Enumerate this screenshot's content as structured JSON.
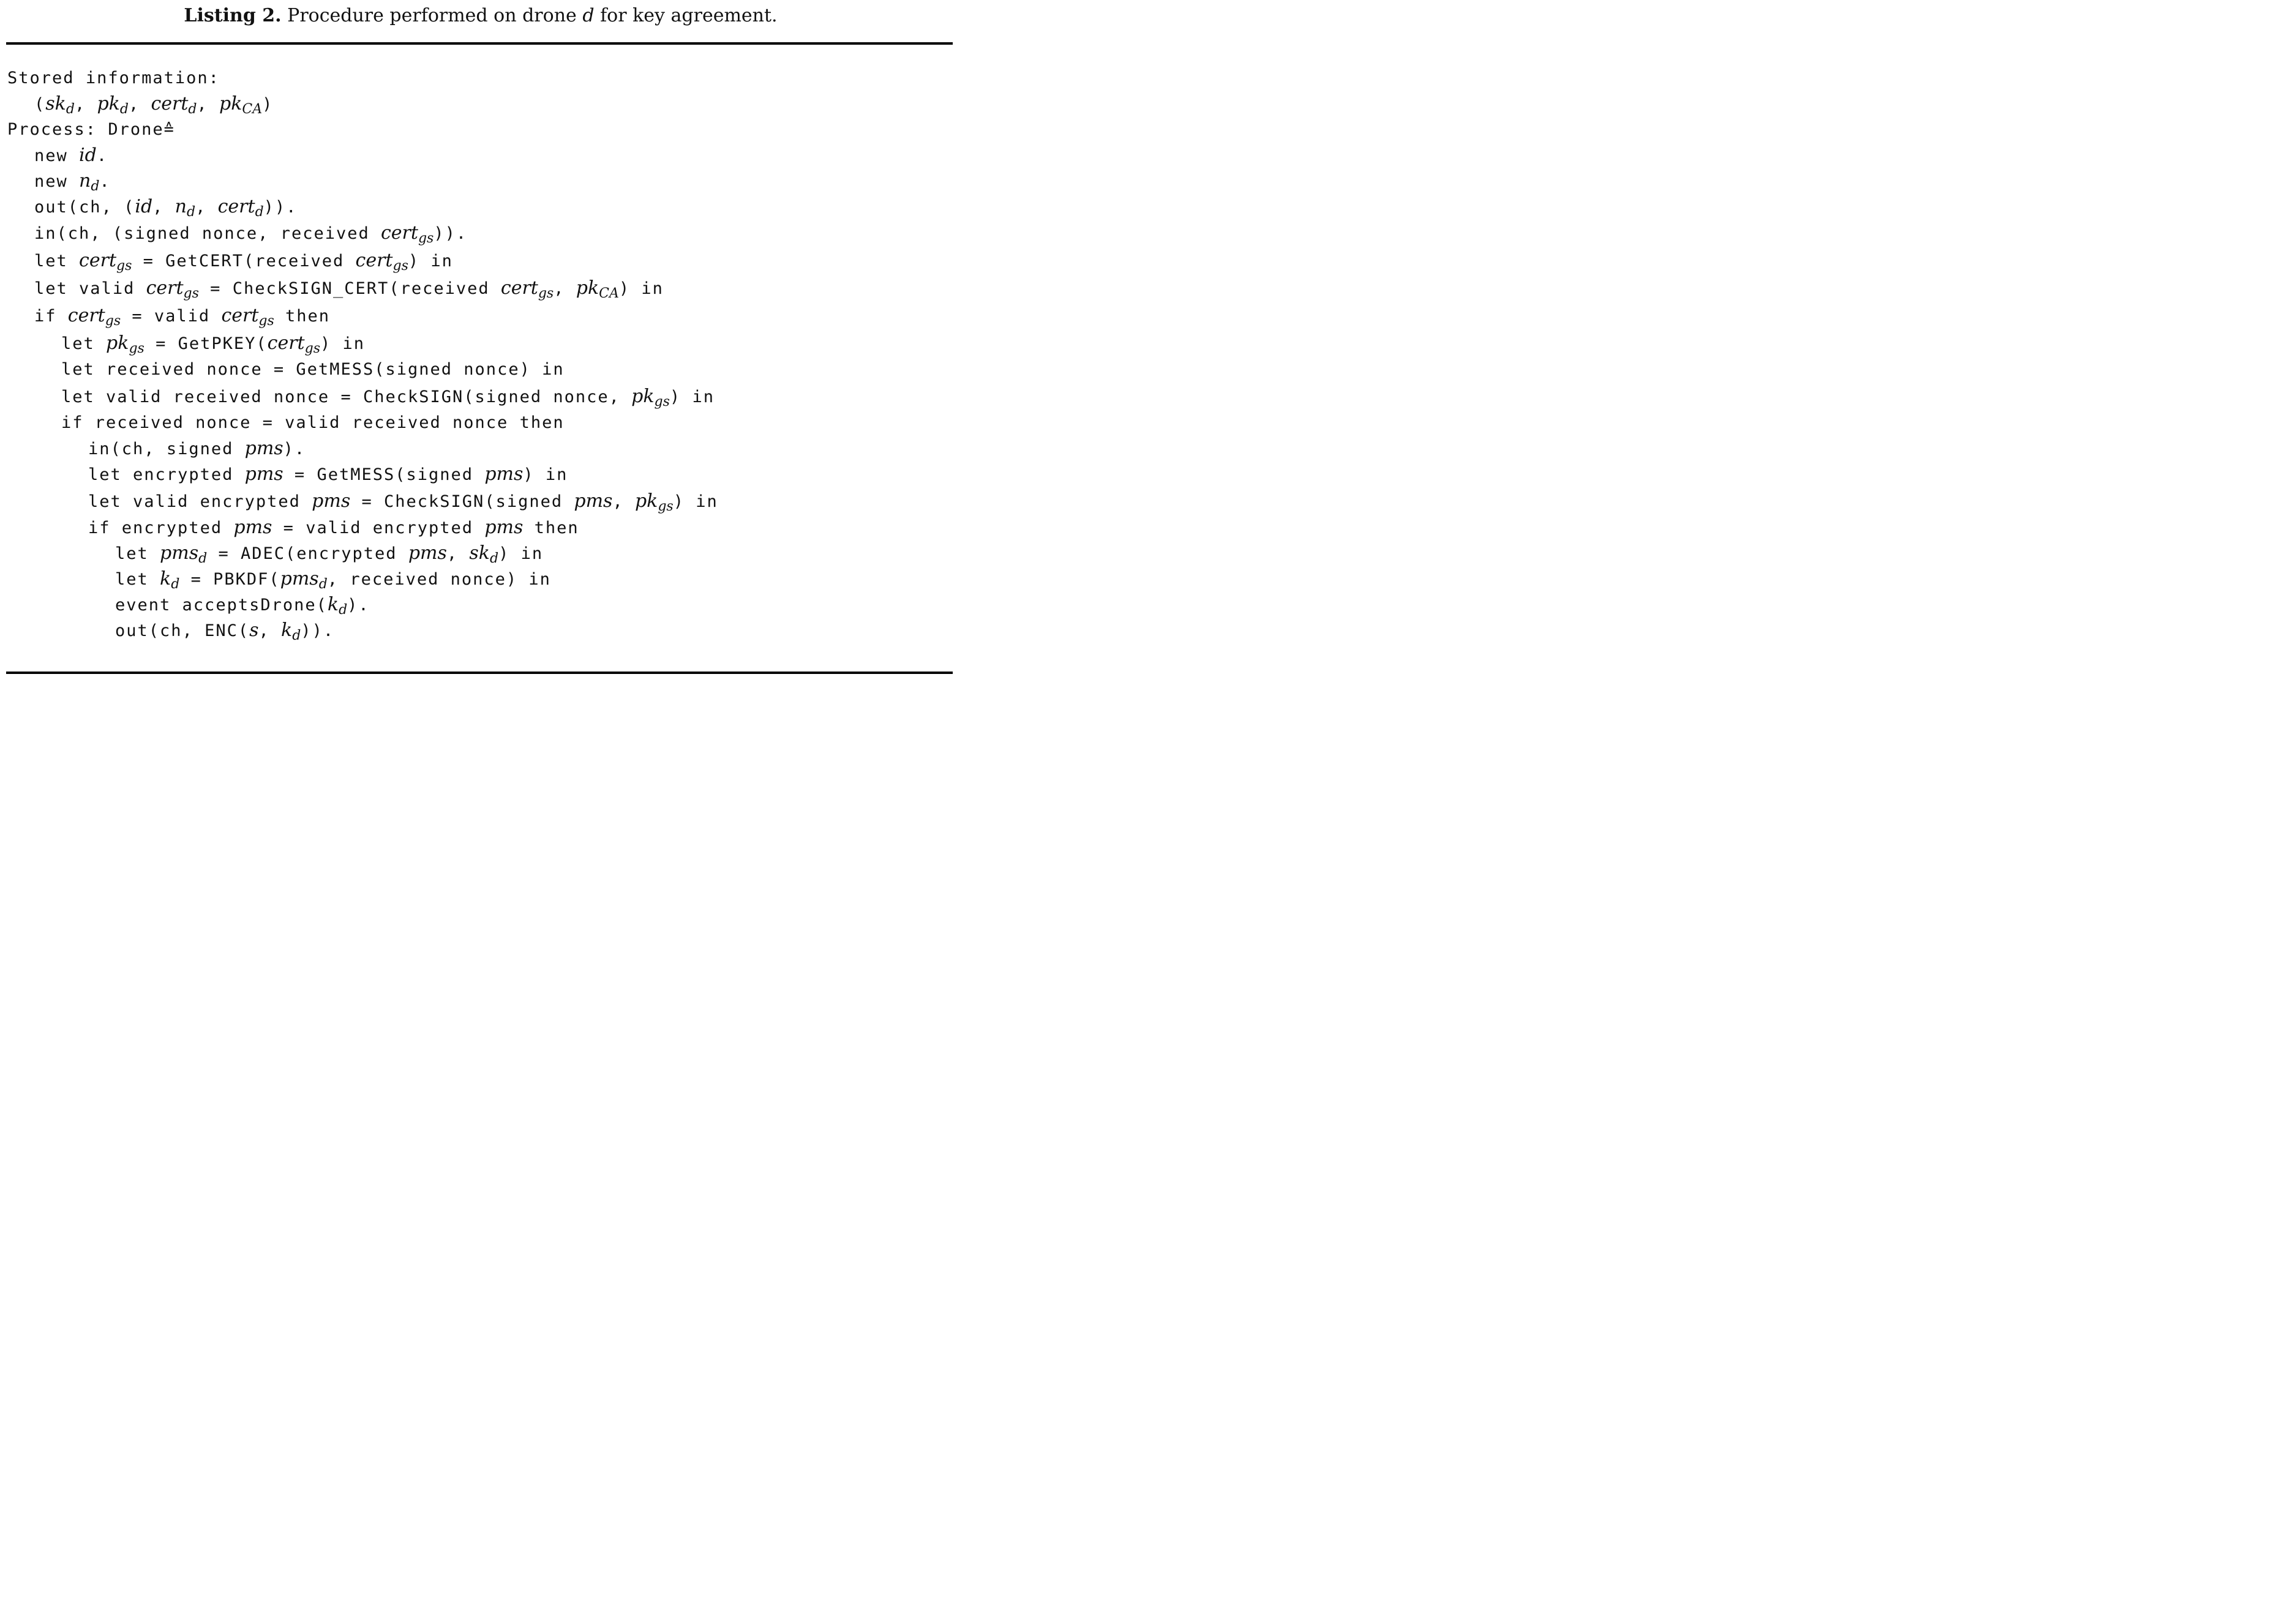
{
  "caption": {
    "label": "Listing 2.",
    "text_before": " Procedure performed on drone ",
    "var": "d",
    "text_after": " for key agreement."
  },
  "listing_lines": [
    "Stored information:",
    "(sk_d, pk_d, cert_d, pk_CA)",
    "Process: Drone≙",
    "new id.",
    "new n_d.",
    "out(ch, (id, n_d, cert_d)).",
    "in(ch, (signed nonce, received cert_gs)).",
    "let cert_gs = GetCERT(received cert_gs) in",
    "let valid cert_gs = CheckSIGN_CERT(received cert_gs, pk_CA) in",
    "if cert_gs = valid cert_gs then",
    "let pk_gs = GetPKEY(cert_gs) in",
    "let received nonce = GetMESS(signed nonce) in",
    "let valid received nonce = CheckSIGN(signed nonce, pk_gs) in",
    "if received nonce = valid received nonce then",
    "in(ch, signed pms).",
    "let encrypted pms = GetMESS(signed pms) in",
    "let valid encrypted pms = CheckSIGN(signed pms, pk_gs) in",
    "if encrypted pms = valid encrypted pms then",
    "let pms_d = ADEC(encrypted pms, sk_d) in",
    "let k_d = PBKDF(pms_d, received nonce) in",
    "event acceptsDrone(k_d).",
    "out(ch, ENC(s, k_d))."
  ]
}
